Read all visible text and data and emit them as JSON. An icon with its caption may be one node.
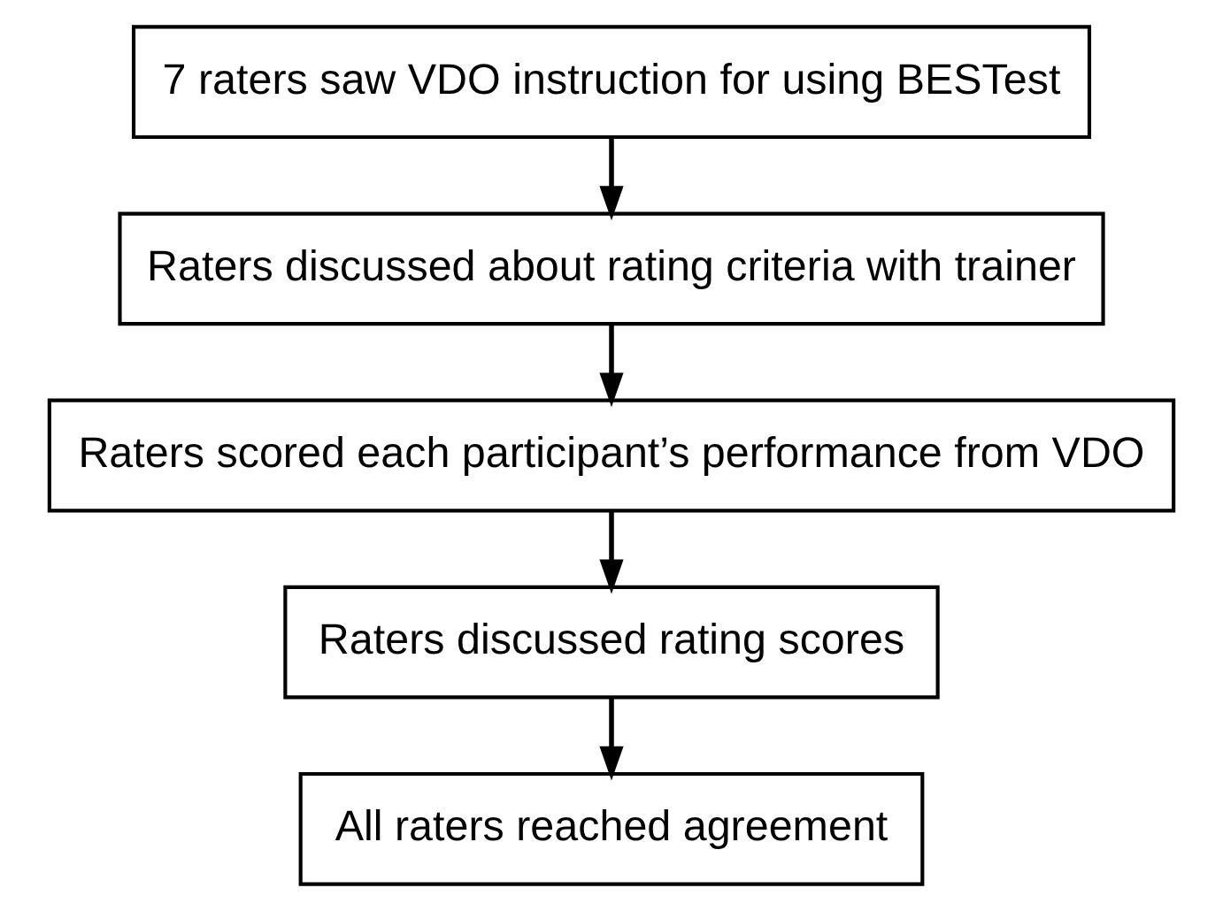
{
  "diagram": {
    "nodes": [
      {
        "text": [
          "7 raters saw VDO instruction for using BESTest"
        ]
      },
      {
        "text": [
          "Raters discussed about rating criteria with trainer"
        ]
      },
      {
        "text": [
          "Raters scored each participant’s performance from VDO"
        ]
      },
      {
        "text": [
          "Raters discussed rating scores"
        ]
      },
      {
        "text": [
          "All raters reached agreement"
        ]
      }
    ],
    "edges": [
      {
        "from": 0,
        "to": 1,
        "arrow": "to"
      },
      {
        "from": 1,
        "to": 2,
        "arrow": "to"
      },
      {
        "from": 2,
        "to": 3,
        "arrow": "to"
      },
      {
        "from": 3,
        "to": 4,
        "arrow": "to"
      }
    ]
  }
}
